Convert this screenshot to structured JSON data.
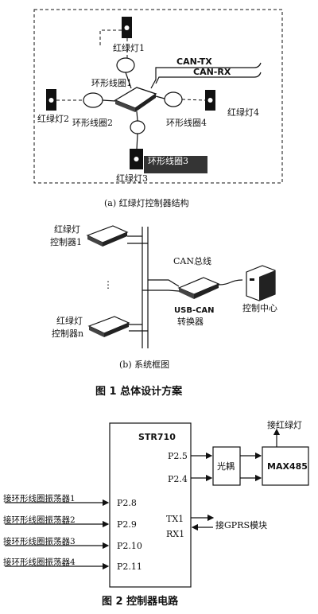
{
  "fig_a": {
    "lights": [
      "红绿灯1",
      "红绿灯2",
      "红绿灯3",
      "红绿灯4"
    ],
    "coils": [
      "环形线圈1",
      "环形线圈2",
      "环形线圈3",
      "环形线圈4"
    ],
    "can_tx": "CAN-TX",
    "can_rx": "CAN-RX",
    "caption": "(a) 红绿灯控制器结构"
  },
  "fig_b": {
    "controller_1": [
      "红绿灯",
      "控制器1"
    ],
    "controller_n": [
      "红绿灯",
      "控制器n"
    ],
    "ellipsis": "⋮",
    "can_bus": "CAN总线",
    "converter": [
      "USB-CAN",
      "转换器"
    ],
    "control_center": "控制中心",
    "caption": "(b) 系统框图"
  },
  "fig1_caption": "图 1   总体设计方案",
  "fig2": {
    "chip": "STR710",
    "pins": {
      "p25": "P2.5",
      "p24": "P2.4",
      "p28": "P2.8",
      "p29": "P2.9",
      "p210": "P2.10",
      "p211": "P2.11",
      "tx1": "TX1",
      "rx1": "RX1"
    },
    "coupler": "光耦",
    "max485": "MAX485",
    "to_lights": "接红绿灯",
    "to_gprs": "接GPRS模块",
    "oscillators": [
      "接环形线圈振荡器1",
      "接环形线圈振荡器2",
      "接环形线圈振荡器3",
      "接环形线圈振荡器4"
    ],
    "caption": "图 2   控制器电路"
  }
}
